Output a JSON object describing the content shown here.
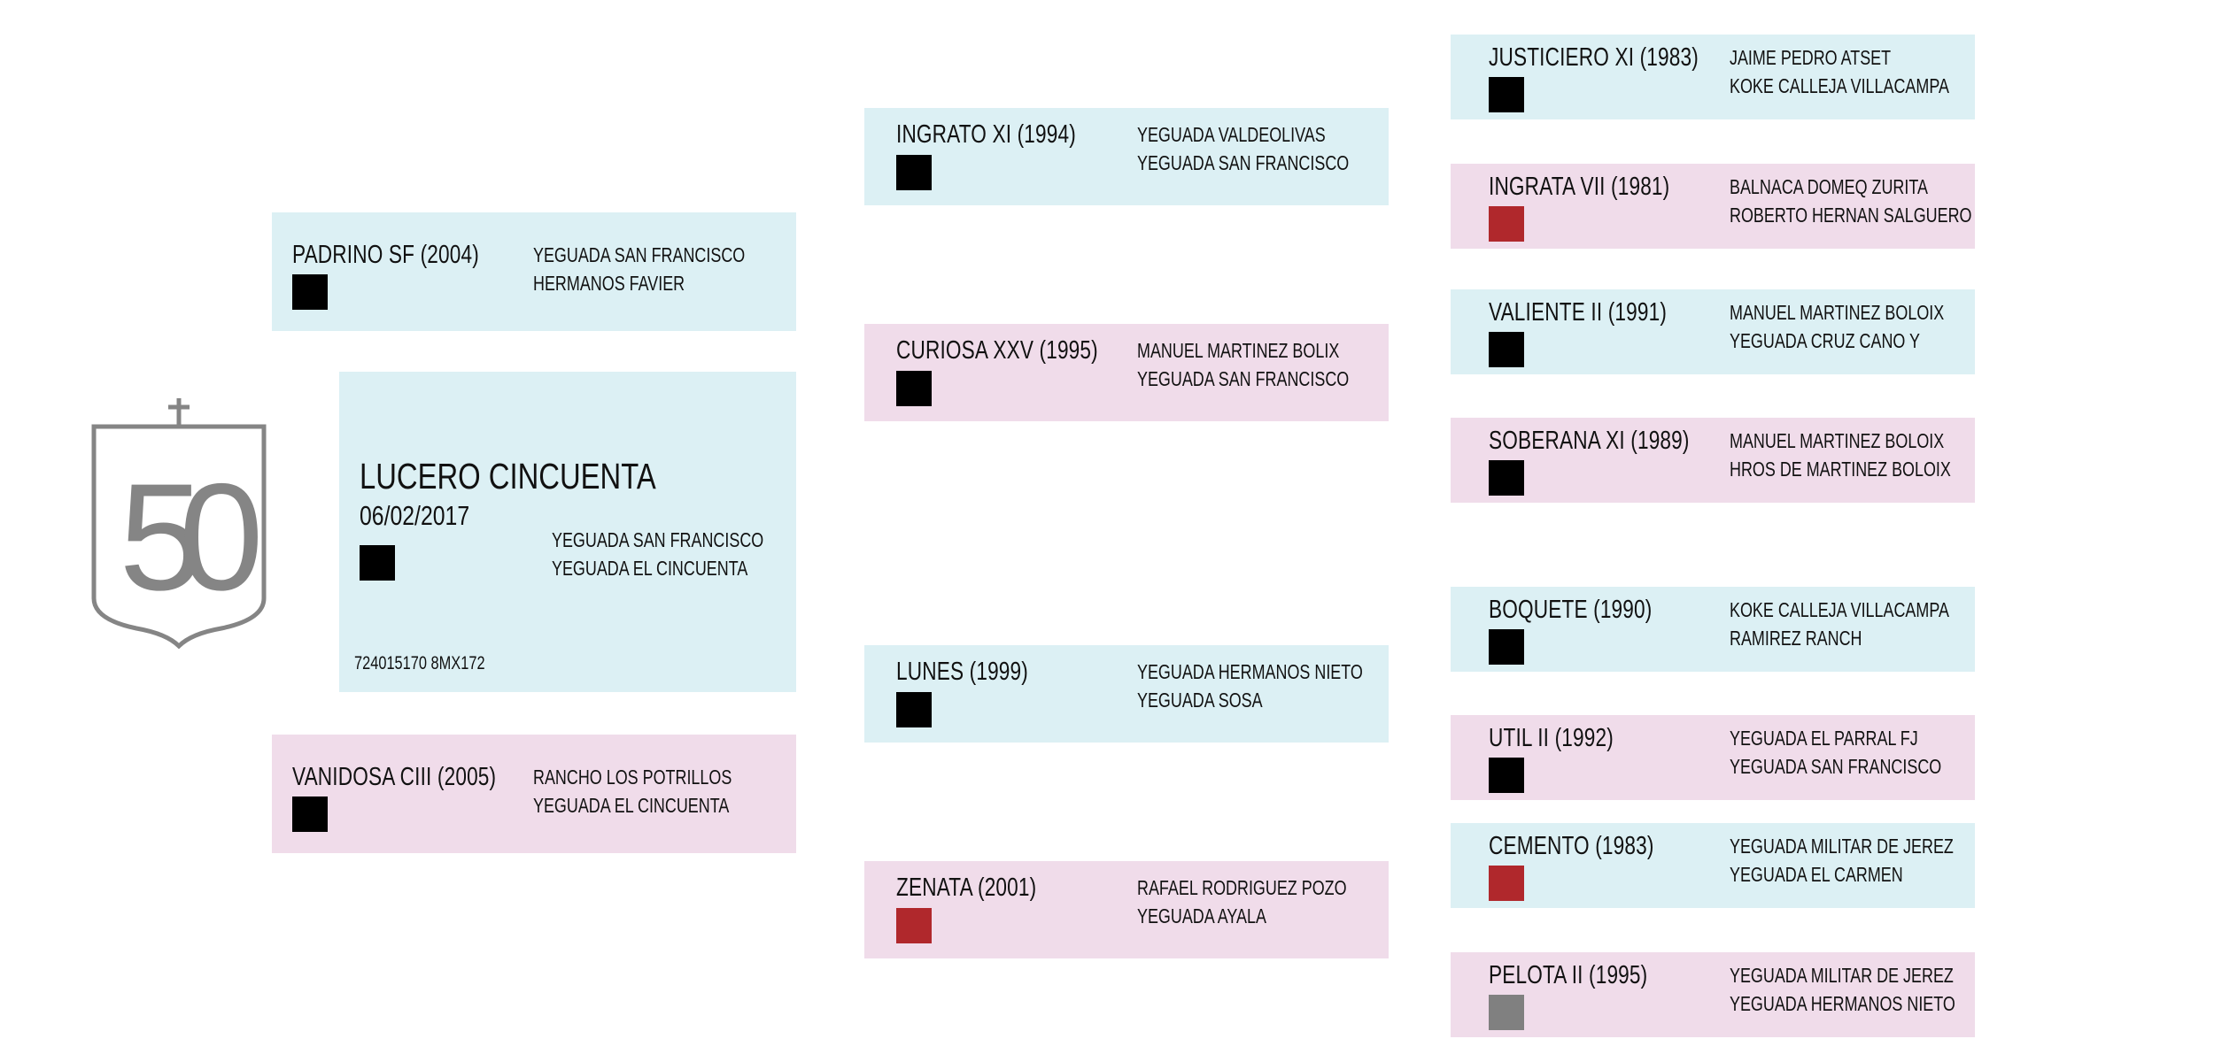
{
  "logo_text": "50",
  "subject": {
    "name": "LUCERO CINCUENTA",
    "date": "06/02/2017",
    "breeder": "YEGUADA SAN FRANCISCO",
    "owner": "YEGUADA EL CINCUENTA",
    "chip": "724015170 8MX172",
    "coat_color": "#000000"
  },
  "sire": {
    "name": "PADRINO SF (2004)",
    "breeder": "YEGUADA SAN FRANCISCO",
    "owner": "HERMANOS FAVIER",
    "coat_color": "#000000"
  },
  "dam": {
    "name": "VANIDOSA CIII (2005)",
    "breeder": "RANCHO LOS POTRILLOS",
    "owner": "YEGUADA EL CINCUENTA",
    "coat_color": "#000000"
  },
  "grandparents": [
    {
      "name": "INGRATO XI (1994)",
      "breeder": "YEGUADA VALDEOLIVAS",
      "owner": "YEGUADA SAN FRANCISCO",
      "coat_color": "#000000"
    },
    {
      "name": "CURIOSA XXV (1995)",
      "breeder": "MANUEL MARTINEZ BOLIX",
      "owner": "YEGUADA SAN FRANCISCO",
      "coat_color": "#000000"
    },
    {
      "name": "LUNES (1999)",
      "breeder": "YEGUADA HERMANOS NIETO",
      "owner": "YEGUADA SOSA",
      "coat_color": "#000000"
    },
    {
      "name": "ZENATA (2001)",
      "breeder": "RAFAEL RODRIGUEZ POZO",
      "owner": "YEGUADA AYALA",
      "coat_color": "#b0282c"
    }
  ],
  "great_grandparents": [
    {
      "name": "JUSTICIERO XI (1983)",
      "breeder": "JAIME PEDRO ATSET",
      "owner": "KOKE CALLEJA VILLACAMPA",
      "coat_color": "#000000"
    },
    {
      "name": "INGRATA VII (1981)",
      "breeder": "BALNACA DOMEQ ZURITA",
      "owner": "ROBERTO HERNAN SALGUERO",
      "coat_color": "#b0282c"
    },
    {
      "name": "VALIENTE II (1991)",
      "breeder": "MANUEL MARTINEZ BOLOIX",
      "owner": "YEGUADA CRUZ CANO Y",
      "coat_color": "#000000"
    },
    {
      "name": "SOBERANA XI (1989)",
      "breeder": "MANUEL MARTINEZ BOLOIX",
      "owner": "HROS DE MARTINEZ BOLOIX",
      "coat_color": "#000000"
    },
    {
      "name": "BOQUETE (1990)",
      "breeder": "KOKE CALLEJA VILLACAMPA",
      "owner": "RAMIREZ RANCH",
      "coat_color": "#000000"
    },
    {
      "name": "UTIL II (1992)",
      "breeder": "YEGUADA EL PARRAL FJ",
      "owner": "YEGUADA SAN FRANCISCO",
      "coat_color": "#000000"
    },
    {
      "name": "CEMENTO (1983)",
      "breeder": "YEGUADA MILITAR DE JEREZ",
      "owner": "YEGUADA EL CARMEN",
      "coat_color": "#b0282c"
    },
    {
      "name": "PELOTA II (1995)",
      "breeder": "YEGUADA MILITAR DE JEREZ",
      "owner": "YEGUADA HERMANOS NIETO",
      "coat_color": "#808080"
    }
  ]
}
